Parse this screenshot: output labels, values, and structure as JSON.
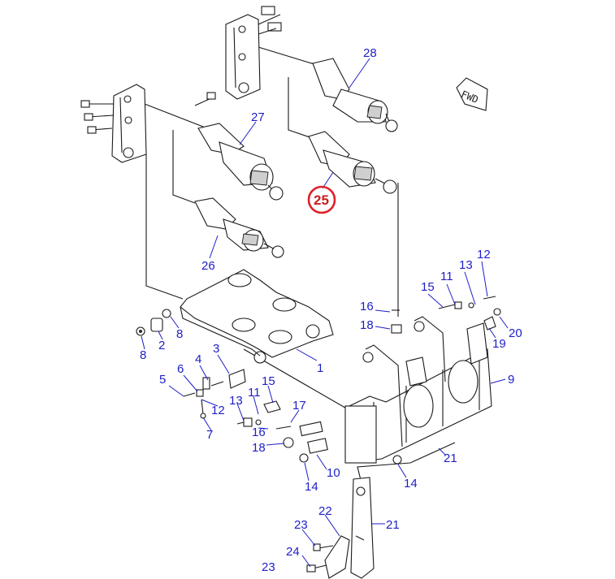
{
  "diagram": {
    "direction_label": "FWD",
    "drawing_code": "",
    "highlighted_part": "25",
    "callouts": [
      {
        "id": "c28",
        "label": "28"
      },
      {
        "id": "c27",
        "label": "27"
      },
      {
        "id": "c25",
        "label": "25"
      },
      {
        "id": "c26",
        "label": "26"
      },
      {
        "id": "c12a",
        "label": "12"
      },
      {
        "id": "c13a",
        "label": "13"
      },
      {
        "id": "c11a",
        "label": "11"
      },
      {
        "id": "c15a",
        "label": "15"
      },
      {
        "id": "c16a",
        "label": "16"
      },
      {
        "id": "c18a",
        "label": "18"
      },
      {
        "id": "c20",
        "label": "20"
      },
      {
        "id": "c19",
        "label": "19"
      },
      {
        "id": "c9",
        "label": "9"
      },
      {
        "id": "c1",
        "label": "1"
      },
      {
        "id": "c8a",
        "label": "8"
      },
      {
        "id": "c8b",
        "label": "8"
      },
      {
        "id": "c2",
        "label": "2"
      },
      {
        "id": "c3",
        "label": "3"
      },
      {
        "id": "c4",
        "label": "4"
      },
      {
        "id": "c6",
        "label": "6"
      },
      {
        "id": "c5",
        "label": "5"
      },
      {
        "id": "c12b",
        "label": "12"
      },
      {
        "id": "c7",
        "label": "7"
      },
      {
        "id": "c11b",
        "label": "11"
      },
      {
        "id": "c15b",
        "label": "15"
      },
      {
        "id": "c13b",
        "label": "13"
      },
      {
        "id": "c16b",
        "label": "16"
      },
      {
        "id": "c17",
        "label": "17"
      },
      {
        "id": "c18b",
        "label": "18"
      },
      {
        "id": "c10",
        "label": "10"
      },
      {
        "id": "c14a",
        "label": "14"
      },
      {
        "id": "c14b",
        "label": "14"
      },
      {
        "id": "c21a",
        "label": "21"
      },
      {
        "id": "c21b",
        "label": "21"
      },
      {
        "id": "c22",
        "label": "22"
      },
      {
        "id": "c23a",
        "label": "23"
      },
      {
        "id": "c24",
        "label": "24"
      },
      {
        "id": "c23b",
        "label": "23"
      }
    ]
  },
  "colors": {
    "callout": "#1e1ec8",
    "highlight": "#e0202a",
    "line": "#1a1a1a"
  }
}
